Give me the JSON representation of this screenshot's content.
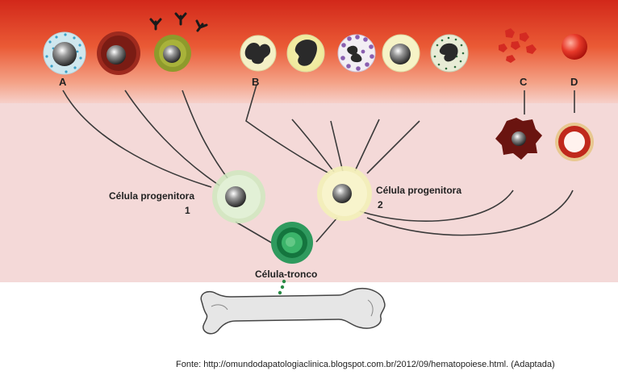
{
  "labels": {
    "a": "A",
    "b": "B",
    "c": "C",
    "d": "D",
    "progenitor1_line1": "Célula progenitora",
    "progenitor1_line2": "1",
    "progenitor2_line1": "Célula progenitora",
    "progenitor2_line2": "2",
    "stem_cell": "Célula-tronco"
  },
  "source": "Fonte: http://omundodapatologiaclinica.blogspot.com.br/2012/09/hematopoiese.html. (Adaptada)",
  "colors": {
    "band_top": "#d62b1a",
    "band_mid": "#f08a5c",
    "band_bottom": "#f7d3cf",
    "tissue": "#f3d6d6",
    "stem_cell": "#2e9a5c",
    "progenitor1": "#d8ecc8",
    "progenitor2": "#f6f1c2",
    "bone": "#e6e6e6"
  }
}
